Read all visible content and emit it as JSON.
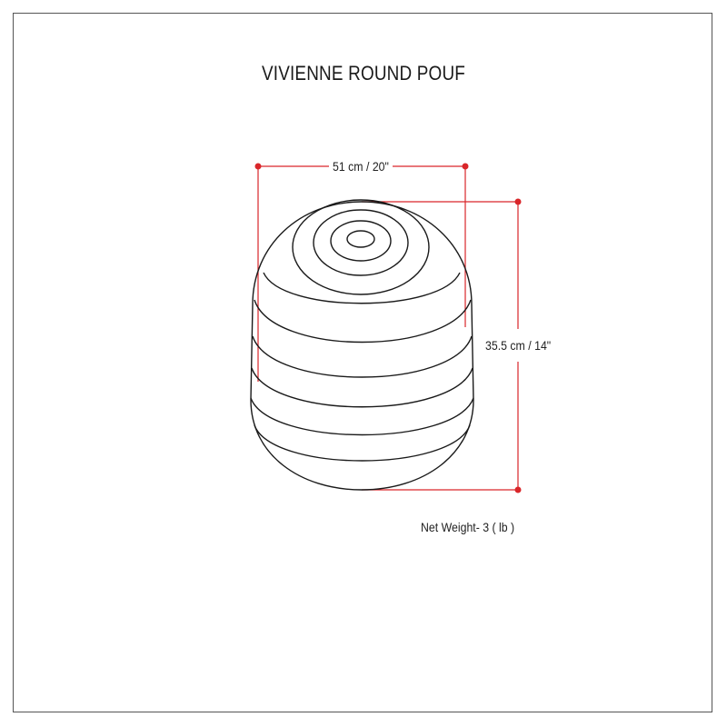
{
  "product": {
    "title": "VIVIENNE ROUND POUF",
    "net_weight": "Net Weight- 3 ( lb )"
  },
  "dimensions": {
    "width_label": "51 cm / 20\"",
    "height_label": "35.5 cm / 14\""
  },
  "colors": {
    "dimension_line": "#d9262a",
    "outline": "#1a1a1a",
    "frame": "#555555"
  }
}
